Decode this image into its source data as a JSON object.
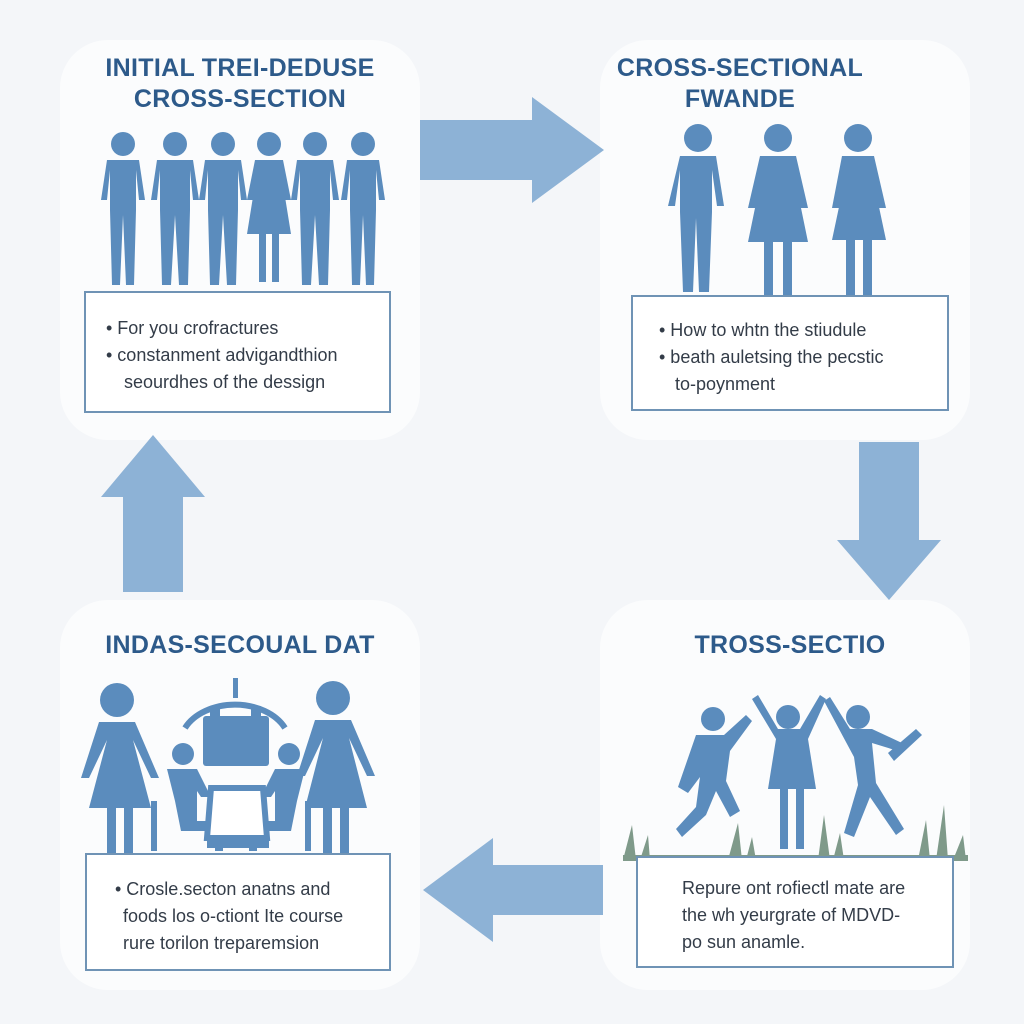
{
  "colors": {
    "figure": "#5b8cbd",
    "arrow": "#8db2d6",
    "title": "#2d5a8a",
    "border": "#6f93b5",
    "grass": "#7f9a8a"
  },
  "top_left": {
    "title_line1": "INITIAL TREI-DEDUSE",
    "title_line2": "CROSS-SECTION",
    "lines": [
      "• For you crofractures",
      "• constanment advigandthion",
      "seourdhes of the dessign"
    ],
    "icon": "group-of-six-people-icon"
  },
  "top_right": {
    "title_line1": "CROSS-SECTIONAL",
    "title_line2": "FWANDE",
    "lines": [
      "• How to whtn the stiudule",
      "• beath auletsing the pecstic",
      "to-poynment"
    ],
    "icon": "three-people-icon"
  },
  "bottom_left": {
    "title": "INDAS-SECOUAL DAT",
    "lines": [
      "• Crosle.secton anatns and",
      "foods los o-ctiont Ite course",
      "rure torilon treparemsion"
    ],
    "icon": "team-at-table-icon"
  },
  "bottom_right": {
    "title": "TROSS-SECTIO",
    "lines": [
      "Repure ont rofiectl mate are",
      "the wh yeurgrate of MDVD-",
      "po sun anamle."
    ],
    "icon": "celebrating-people-icon"
  },
  "arrows": [
    "arrow-right",
    "arrow-down",
    "arrow-left",
    "arrow-up"
  ]
}
